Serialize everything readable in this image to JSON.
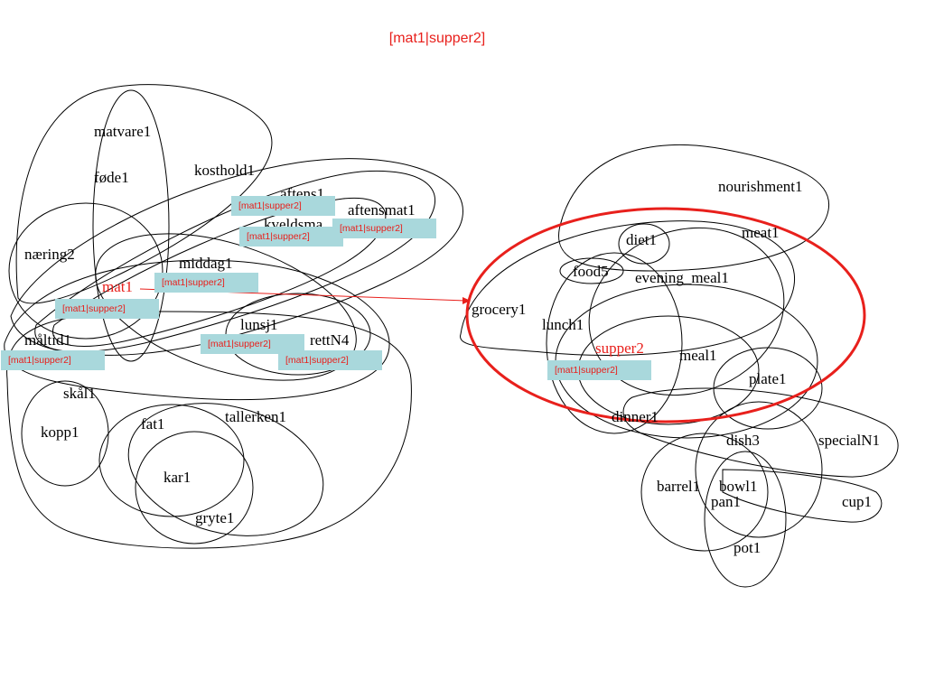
{
  "title": "[mat1|supper2]",
  "colors": {
    "highlight": "#e8201c",
    "tag_bg": "#a9d8dc",
    "outline": "#000000"
  },
  "left_group": {
    "nodes": {
      "matvare1": "matvare1",
      "fode1": "føde1",
      "kosthold1": "kosthold1",
      "aftens1": "aftens1",
      "aftensmat1": "aftensmat1",
      "kveldsmat": "kveldsma",
      "naering2": "næring2",
      "middag1": "middag1",
      "mat1": "mat1",
      "lunsj1": "lunsj1",
      "maaltid1": "måltid1",
      "rettN4": "rettN4",
      "skaal1": "skål1",
      "kopp1": "kopp1",
      "fat1": "fat1",
      "tallerken1": "tallerken1",
      "kar1": "kar1",
      "gryte1": "gryte1"
    },
    "tags": [
      "[mat1|supper2]",
      "[mat1|supper2]",
      "[mat1|supper2]",
      "[mat1|supper2]",
      "[mat1|supper2]",
      "[mat1|supper2]",
      "[mat1|supper2]",
      "[mat1|supper2]"
    ]
  },
  "right_group": {
    "nodes": {
      "nourishment1": "nourishment1",
      "meat1": "meat1",
      "diet1": "diet1",
      "food5": "food5",
      "evening_meal1": "evening_meal1",
      "grocery1": "grocery1",
      "lunch1": "lunch1",
      "supper2": "supper2",
      "meal1": "meal1",
      "plate1": "plate1",
      "dinner1": "dinner1",
      "dish3": "dish3",
      "specialN1": "specialN1",
      "barrel1": "barrel1",
      "bowl1": "bowl1",
      "pan1": "pan1",
      "cup1": "cup1",
      "pot1": "pot1"
    },
    "tags": [
      "[mat1|supper2]"
    ]
  }
}
